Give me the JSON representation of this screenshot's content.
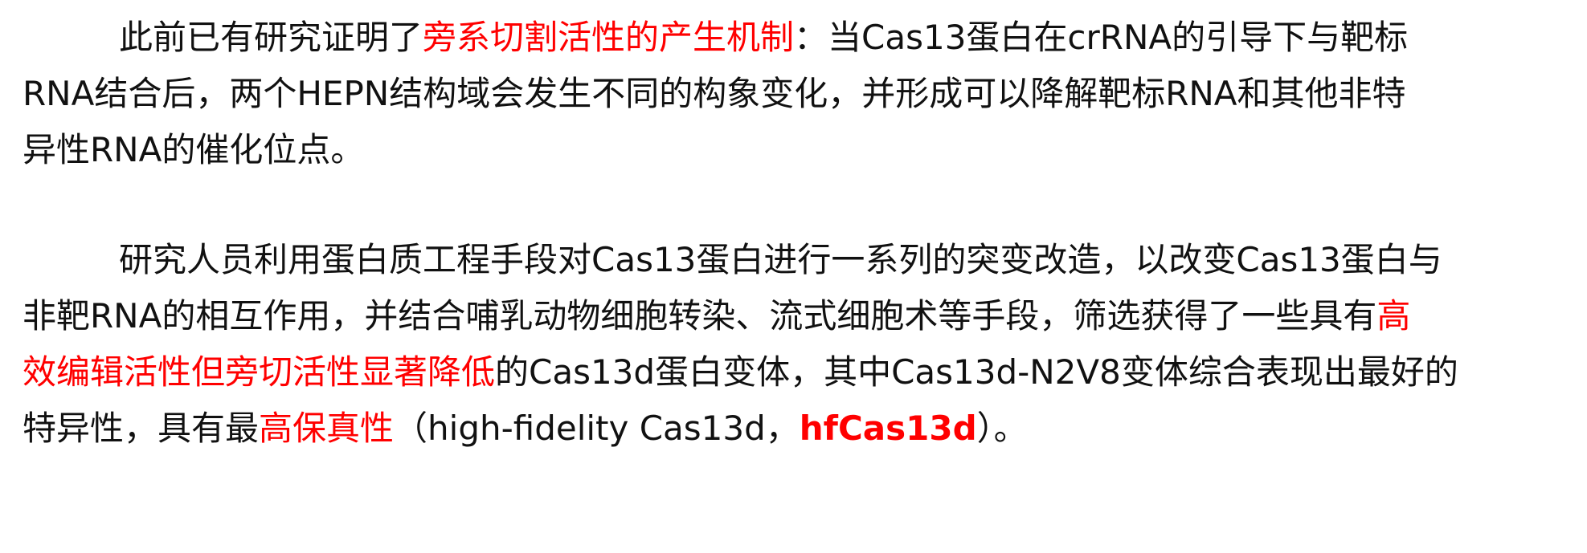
{
  "paragraph1": {
    "lines": [
      [
        "此前已有研究证明了",
        {
          "t": "旁系切割活性的产生机制",
          "s": "hl"
        },
        "：当Cas13蛋白在crRNA的引导下与靶标"
      ],
      [
        "RNA结合后，两个HEPN结构域会发生不同的构象变化，并形成可以降解靶标RNA和其他非特"
      ],
      [
        "异性RNA的催化位点。"
      ]
    ]
  },
  "paragraph2": {
    "lines": [
      [
        "研究人员利用蛋白质工程手段对Cas13蛋白进行一系列的突变改造，以改变Cas13蛋白与"
      ],
      [
        "非靶RNA的相互作用，并结合哺乳动物细胞转染、流式细胞术等手段，筛选获得了一些具有",
        {
          "t": "高",
          "s": "hl"
        }
      ],
      [
        {
          "t": "效编辑活性但旁切活性显著降低",
          "s": "hl"
        },
        "的Cas13d蛋白变体，其中Cas13d-N2V8变体综合表现出最好的"
      ],
      [
        "特异性，具有最",
        {
          "t": "高保真性",
          "s": "hl"
        },
        "（high-fidelity Cas13d，",
        {
          "t": "hfCas13d",
          "s": "hlb"
        },
        "）。"
      ]
    ]
  },
  "colors": {
    "text": "#111111",
    "highlight": "#ff0000",
    "background": "#ffffff"
  }
}
